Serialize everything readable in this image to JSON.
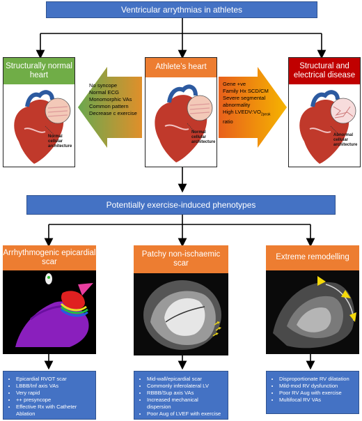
{
  "top_title": "Ventricular arrythmias in athletes",
  "left_panel": {
    "title": "Structurally normal heart",
    "caption": "Normal cellular architecture"
  },
  "center_panel": {
    "title": "Athlete’s heart",
    "caption": "Normal cellular architecture"
  },
  "right_panel": {
    "title": "Structural and electrical disease",
    "caption": "Abnormal cellular architecture"
  },
  "left_arrow_lines": [
    "No syncope",
    "Normal ECG",
    "Monomorphic VAs",
    "Common pattern",
    "Decrease c exercise"
  ],
  "right_arrow_lines": [
    "Gene +ve",
    "Family Hx SCD/CM",
    "Severe segmental abnormality",
    "High LVEDV:VO",
    "ratio"
  ],
  "right_arrow_sub": "2peak",
  "middle_title": "Potentially exercise-induced phenotypes",
  "phenotypes": [
    {
      "title": "Arrhythmogenic epicardial scar",
      "bullets": [
        "Epicardial RVOT scar",
        "LBBB/Inf axis VAs",
        "Very rapid",
        "++ presyncope",
        "Effective Rx with Catheter Ablation"
      ]
    },
    {
      "title": "Patchy non-ischaemic scar",
      "bullets": [
        "Mid-wall/epicardial scar",
        "Commonly inferolateral LV",
        "RBBB/Sup axis VAs",
        "Increased mechanical dispersion",
        "Poor Aug of LVEF with exercise"
      ]
    },
    {
      "title": "Extreme remodelling",
      "bullets": [
        "Disproportionate RV dilatation",
        "Mild-mod RV dysfunction",
        "Poor RV Aug with exercise",
        "Multifocal RV VAs"
      ]
    }
  ],
  "colors": {
    "blue": "#4472c4",
    "green": "#70ad47",
    "orange": "#ed7d31",
    "red": "#c00000"
  }
}
